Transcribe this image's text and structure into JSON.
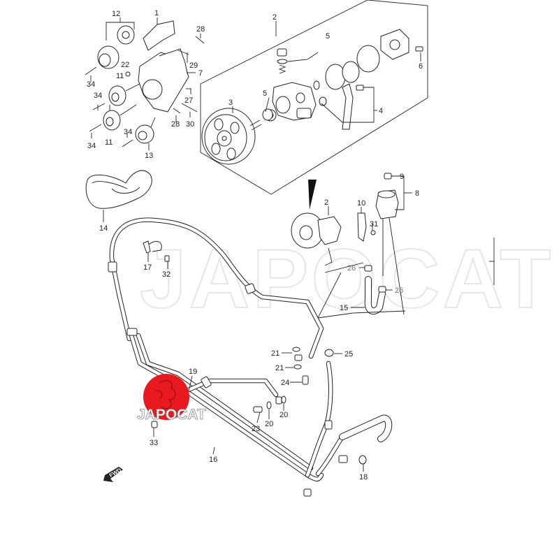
{
  "diagram": {
    "title": "Power steering pump and hoses exploded parts diagram",
    "watermark": "JAPOCAT",
    "logo": {
      "text": "JAPOCAT",
      "color": "#e8191f"
    },
    "direction_arrow": "FWD",
    "callouts": {
      "c1": "1",
      "c2": "2",
      "c2b": "2",
      "c3": "3",
      "c4": "4",
      "c5a": "5",
      "c5b": "5",
      "c6": "6",
      "c7": "7",
      "c8": "8",
      "c9": "9",
      "c10": "10",
      "c11a": "11",
      "c11b": "11",
      "c12": "12",
      "c13": "13",
      "c14": "14",
      "c15": "15",
      "c16": "16",
      "c17": "17",
      "c18": "18",
      "c19": "19",
      "c20a": "20",
      "c20b": "20",
      "c21a": "21",
      "c21b": "21",
      "c22": "22",
      "c23": "23",
      "c24": "24",
      "c25": "25",
      "c26a": "26",
      "c26b": "26",
      "c27": "27",
      "c28a": "28",
      "c28b": "28",
      "c29": "29",
      "c30": "30",
      "c31": "31",
      "c32": "32",
      "c33": "33",
      "c34a": "34",
      "c34b": "34",
      "c34c": "34",
      "c34d": "34"
    }
  }
}
